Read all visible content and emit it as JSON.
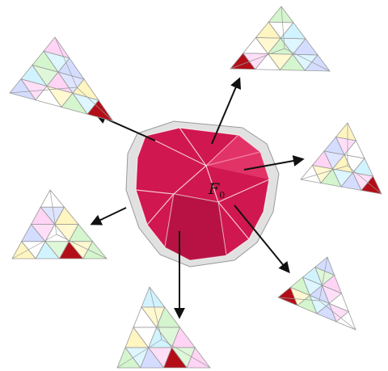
{
  "center_label": {
    "symbol": "F",
    "subscript": "0"
  },
  "colors": {
    "polyhedron": "#d0174f",
    "polyhedron_dark": "#9e0d37",
    "polyhedron_light": "#f04a7a",
    "shell": "#b8b8b8",
    "marker": "#b30e18",
    "mesh_line": "#9a9a9a",
    "arrow": "#111111",
    "tints": [
      "#ffc9f3",
      "#c9f2c0",
      "#fff3b0",
      "#c9d4ff",
      "#c6f0ff",
      "#ffffff"
    ]
  },
  "diagram": {
    "center_node": "polyhedron",
    "satellites": [
      {
        "name": "tetra-upper-left",
        "corner": "bottom-right"
      },
      {
        "name": "tetra-upper-right",
        "corner": "bottom-left"
      },
      {
        "name": "tetra-right",
        "corner": "bottom-right"
      },
      {
        "name": "tetra-lower-right",
        "corner": "bottom-left"
      },
      {
        "name": "tetra-bottom",
        "corner": "bottom-center"
      },
      {
        "name": "tetra-left",
        "corner": "bottom-center"
      }
    ]
  }
}
